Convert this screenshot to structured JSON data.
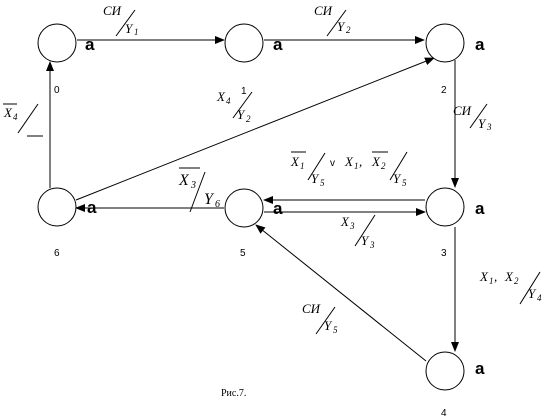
{
  "state_mark": "a",
  "states": [
    {
      "number": "0"
    },
    {
      "number": "1"
    },
    {
      "number": "2"
    },
    {
      "number": "3"
    },
    {
      "number": "4"
    },
    {
      "number": "5"
    },
    {
      "number": "6"
    }
  ],
  "labels": {
    "e01": {
      "num": "СИ",
      "den_letter": "Y",
      "den_sub": "1"
    },
    "e12": {
      "num": "СИ",
      "den_letter": "Y",
      "den_sub": "2"
    },
    "e23": {
      "num": "СИ",
      "den_letter": "Y",
      "den_sub": "3"
    },
    "e62": {
      "num_letter": "X",
      "num_sub": "4",
      "den_letter": "Y",
      "den_sub": "2"
    },
    "e60": {
      "num_letter": "X",
      "num_sub": "4"
    },
    "e35_top": {
      "a_letter": "X",
      "a_sub": "1",
      "or_symbol": "v",
      "b_letter": "X",
      "b_sub": "1",
      "comma": ",",
      "c_letter": "X",
      "c_sub": "2",
      "den1_letter": "Y",
      "den1_sub": "5",
      "den2_letter": "Y",
      "den2_sub": "5"
    },
    "e35_bottom": {
      "num_letter": "X",
      "num_sub": "3",
      "den_letter": "Y",
      "den_sub": "3"
    },
    "e56": {
      "num_letter": "X",
      "num_sub": "3",
      "den_letter": "Y",
      "den_sub": "6"
    },
    "e34": {
      "a_letter": "X",
      "a_sub": "1",
      "comma": ",",
      "b_letter": "X",
      "b_sub": "2",
      "den_letter": "Y",
      "den_sub": "4"
    },
    "e45": {
      "num": "СИ",
      "den_letter": "Y",
      "den_sub": "5"
    }
  },
  "caption": "Рис.7."
}
